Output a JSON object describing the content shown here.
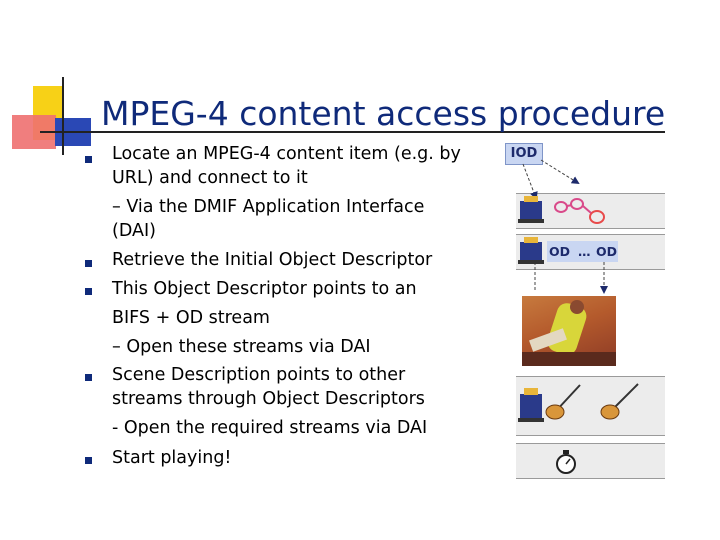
{
  "slide": {
    "title": "MPEG-4 content access procedure",
    "accent_colors": {
      "yellow": "#f7d117",
      "red": "#ea3b3b",
      "blue": "#1f3ca8",
      "title": "#0f2a7a"
    },
    "bullets": [
      {
        "lines": [
          "Locate an MPEG-4 content item (e.g. by",
          "URL) and connect to it",
          "– Via the DMIF Application Interface",
          "(DAI)"
        ]
      },
      {
        "lines": [
          "Retrieve the Initial Object Descriptor"
        ]
      },
      {
        "lines": [
          "This Object Descriptor points to an",
          "BIFS + OD stream",
          "– Open these streams via DAI"
        ]
      },
      {
        "lines": [
          "Scene Description points to other",
          "streams through Object Descriptors",
          "- Open the required streams via DAI"
        ]
      },
      {
        "lines": [
          "Start playing!"
        ]
      }
    ]
  },
  "diagram": {
    "iod_label": "IOD",
    "od_label_1": "OD",
    "od_ellipsis": "…",
    "od_label_2": "OD",
    "icons": [
      "stream-decoder-icon",
      "link-chain-icon",
      "scene-image",
      "guitar-icon",
      "stopwatch-icon"
    ]
  }
}
